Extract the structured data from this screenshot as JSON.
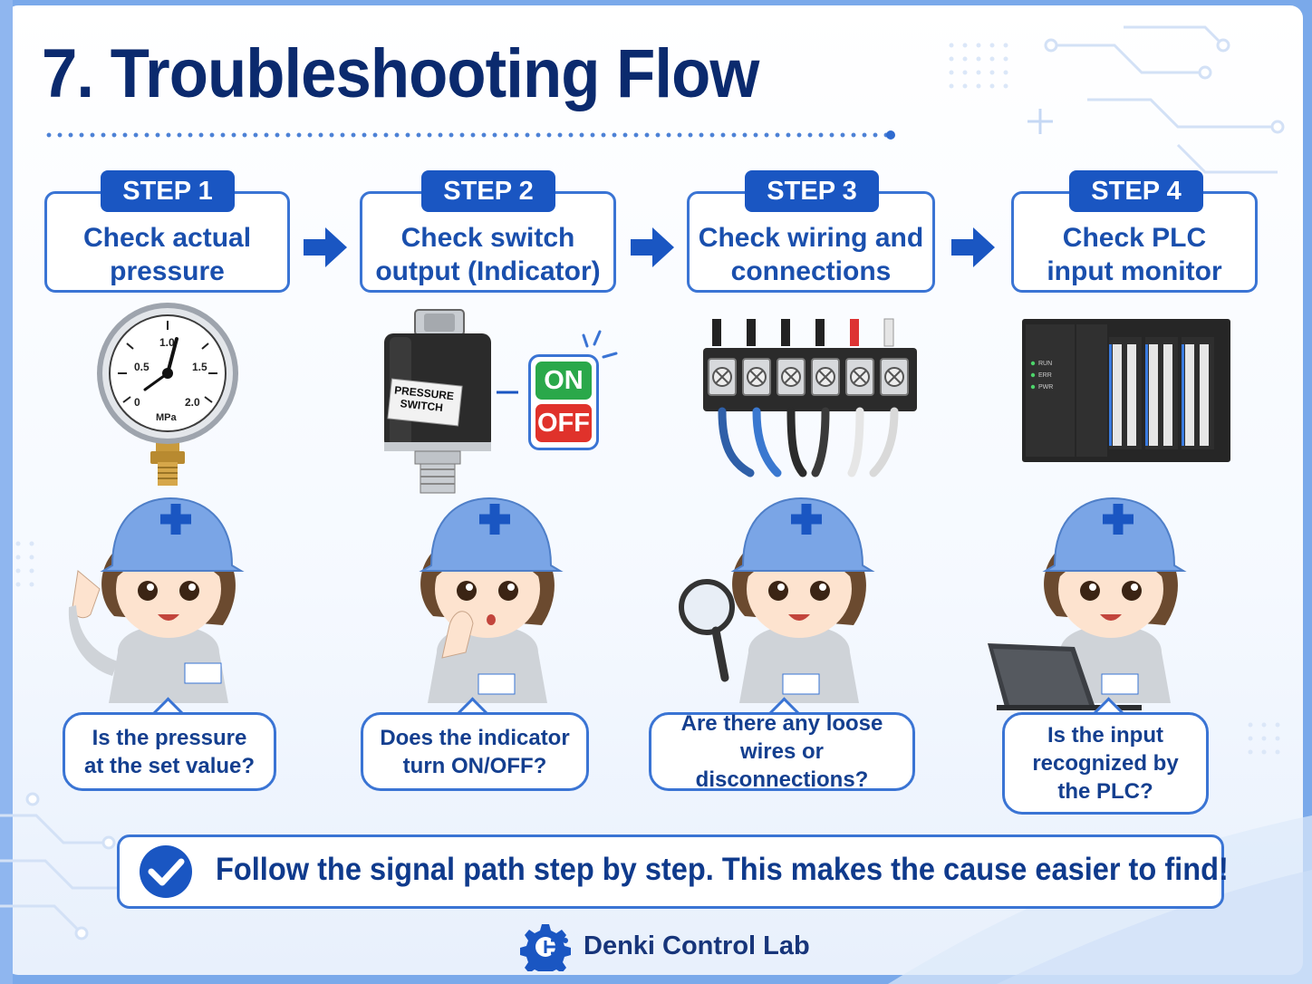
{
  "title": "7. Troubleshooting Flow",
  "steps": [
    {
      "tag": "STEP 1",
      "title": "Check actual\npressure",
      "question": "Is the pressure\nat the set value?"
    },
    {
      "tag": "STEP 2",
      "title": "Check switch\noutput (Indicator)",
      "question": "Does the indicator\nturn ON/OFF?"
    },
    {
      "tag": "STEP 3",
      "title": "Check wiring and\nconnections",
      "question": "Are there any loose\nwires or disconnections?"
    },
    {
      "tag": "STEP 4",
      "title": "Check PLC\ninput monitor",
      "question": "Is the input\nrecognized by\nthe PLC?"
    }
  ],
  "gauge": {
    "ticks": [
      "0.5",
      "1.0",
      "1.5",
      "2.0",
      "0"
    ],
    "unit": "MPa"
  },
  "pressure_switch": {
    "label": "PRESSURE\nSWITCH",
    "on": "ON",
    "off": "OFF"
  },
  "plc": {
    "leds": [
      "RUN",
      "ERR",
      "PWR"
    ]
  },
  "footer": {
    "message": "Follow the signal path step by step. This makes the cause easier to find!"
  },
  "brand": {
    "name": "Denki Control Lab"
  },
  "colors": {
    "primary": "#1a56c2",
    "navy": "#0b2a6e",
    "border": "#3a74d4",
    "on": "#2aa84a",
    "off": "#e0322b",
    "helmet": "#7aa5e6"
  }
}
